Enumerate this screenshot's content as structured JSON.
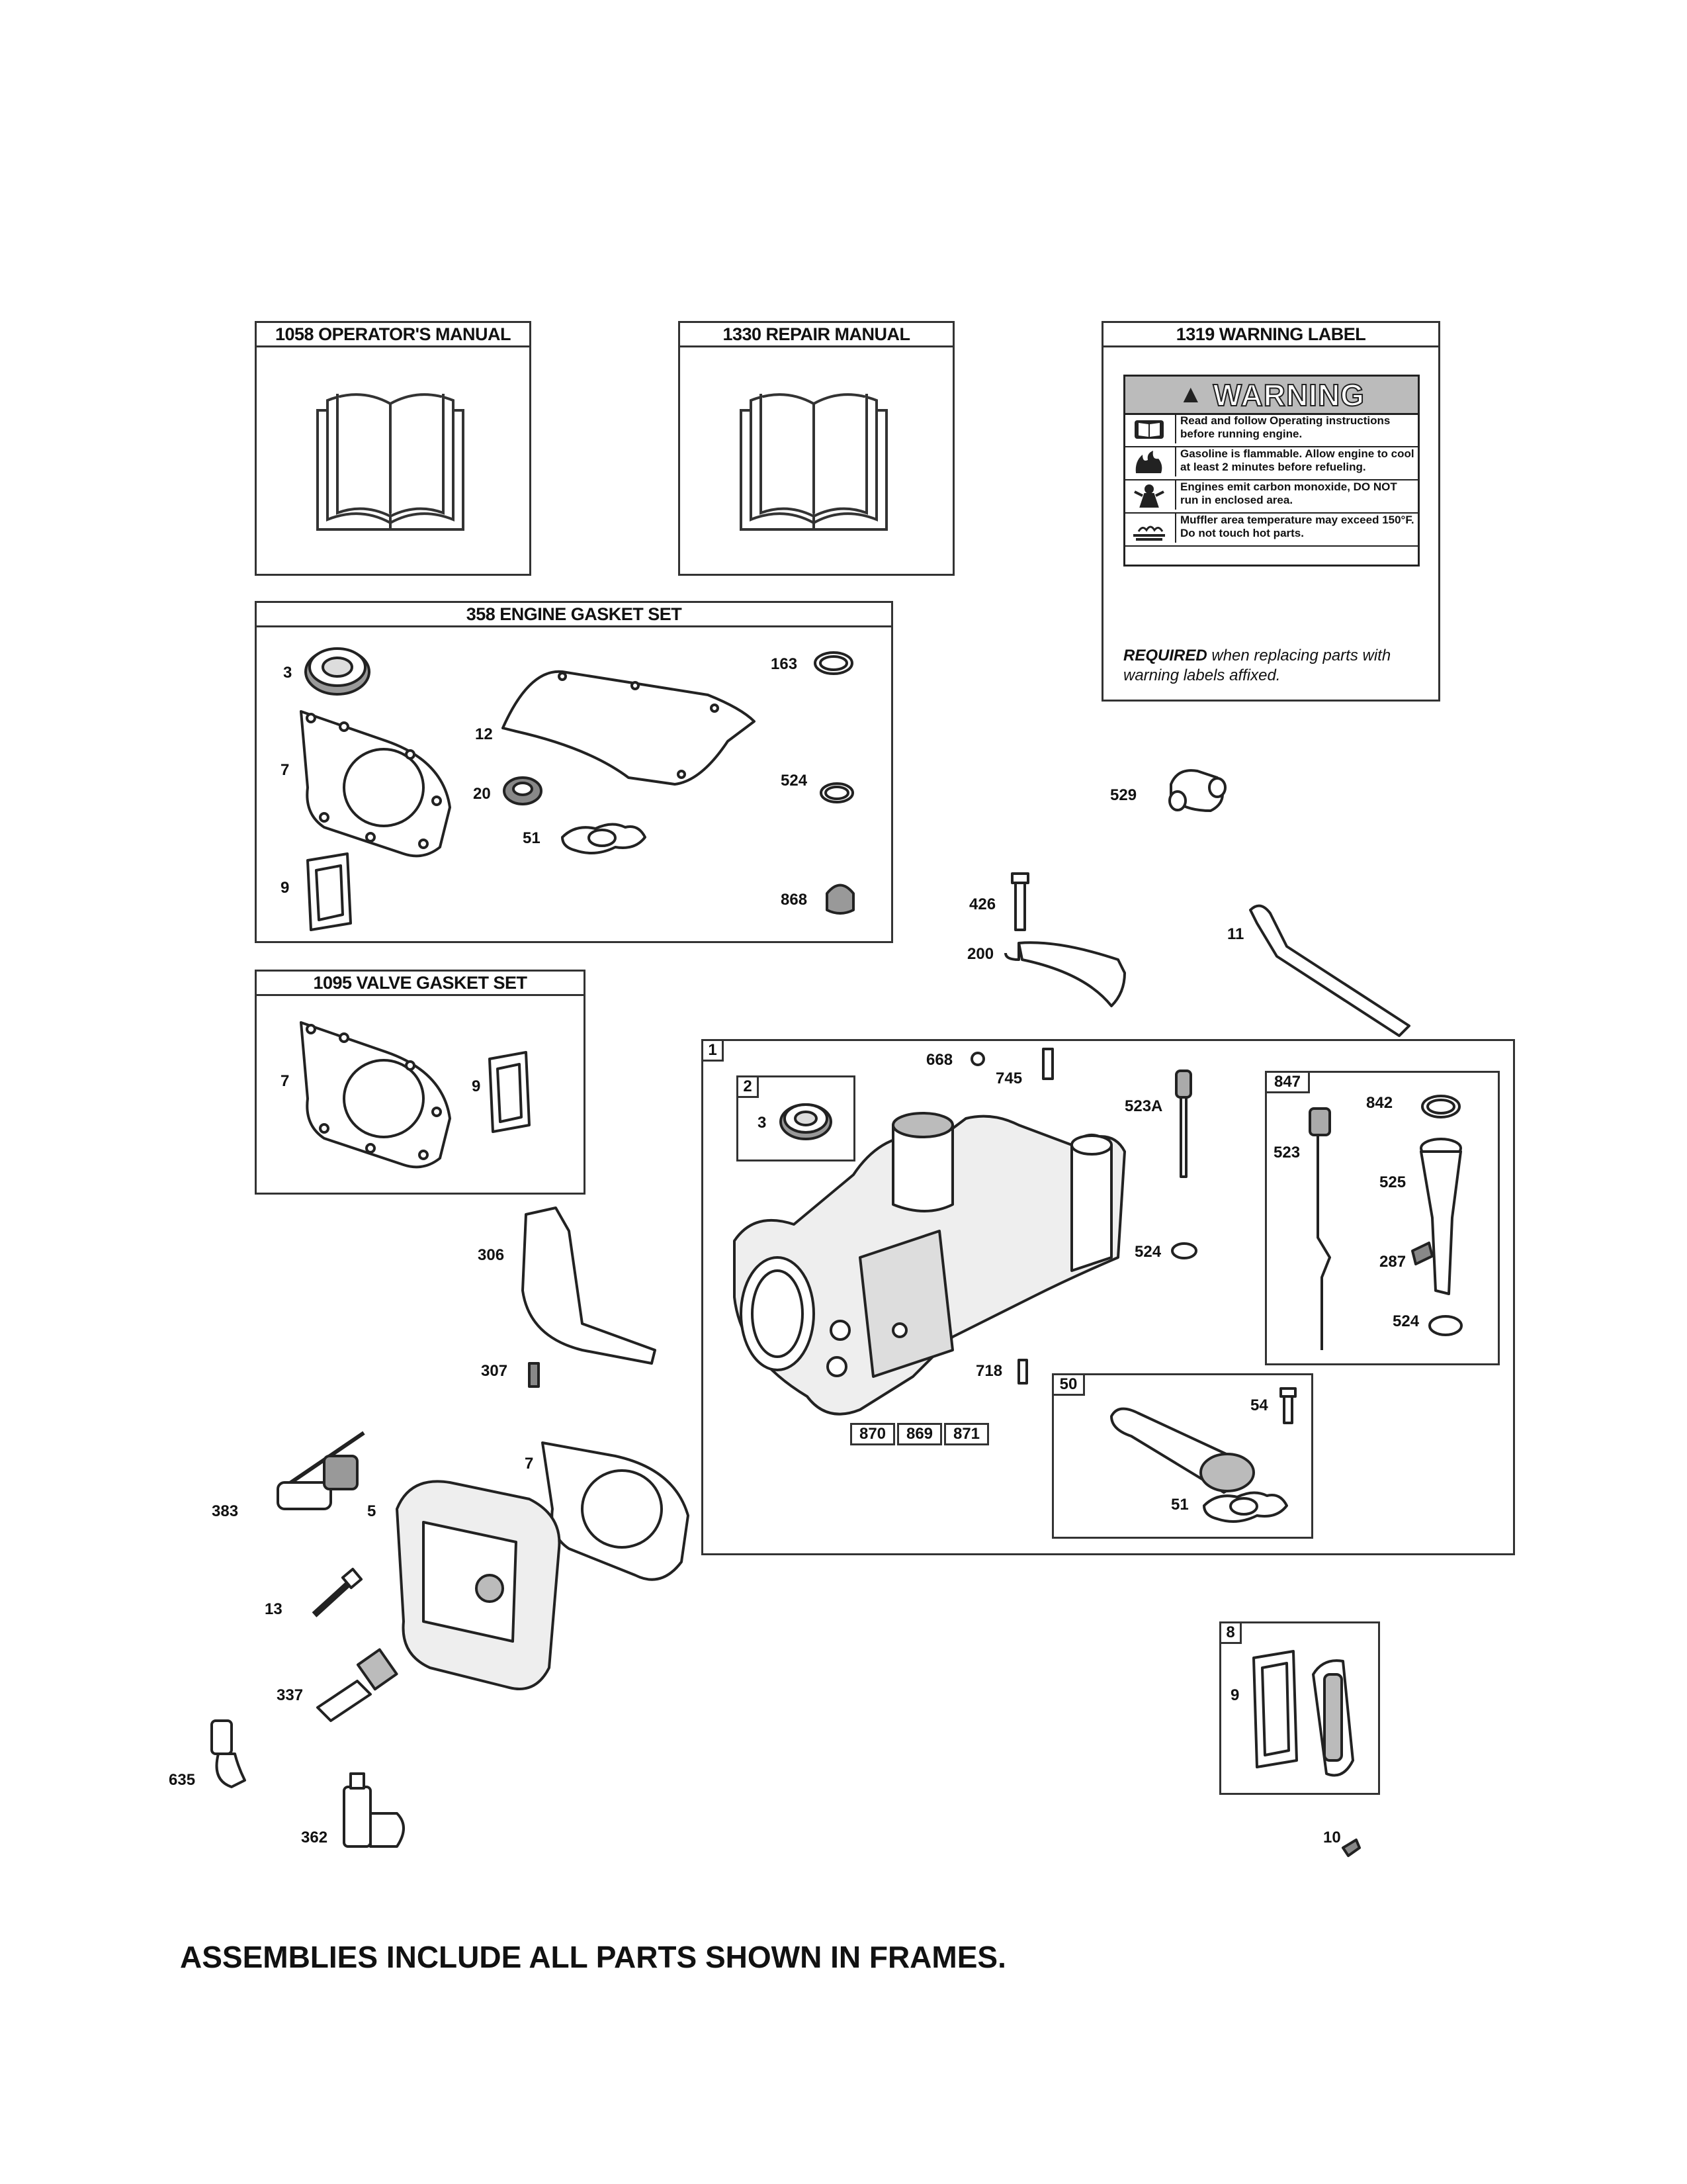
{
  "frames": {
    "operators_manual": "1058 OPERATOR'S MANUAL",
    "repair_manual": "1330 REPAIR MANUAL",
    "warning_label": "1319 WARNING LABEL",
    "engine_gasket_set": "358 ENGINE GASKET SET",
    "valve_gasket_set": "1095 VALVE GASKET SET"
  },
  "warning": {
    "heading": "WARNING",
    "rows": [
      "Read and follow Operating instructions before running engine.",
      "Gasoline is flammable. Allow engine to cool at least 2 minutes before refueling.",
      "Engines emit carbon monoxide, DO NOT run in enclosed area.",
      "Muffler area temperature may exceed 150°F. Do not touch hot parts."
    ],
    "required_bold": "REQUIRED",
    "required_rest": "when replacing parts with warning labels affixed."
  },
  "tags": {
    "t1": "1",
    "t2": "2",
    "t847": "847",
    "t50": "50",
    "t8": "8",
    "t870": "870",
    "t869": "869",
    "t871": "871"
  },
  "labels": {
    "gs_3": "3",
    "gs_7": "7",
    "gs_9": "9",
    "gs_12": "12",
    "gs_20": "20",
    "gs_51": "51",
    "gs_163": "163",
    "gs_524": "524",
    "gs_868": "868",
    "vg_7": "7",
    "vg_9": "9",
    "p529": "529",
    "p426": "426",
    "p200": "200",
    "p11": "11",
    "b_668": "668",
    "b_745": "745",
    "b_3": "3",
    "b_523A": "523A",
    "b_524": "524",
    "b_718": "718",
    "d_842": "842",
    "d_523": "523",
    "d_525": "525",
    "d_287": "287",
    "d_524": "524",
    "r_54": "54",
    "r_51": "51",
    "p306": "306",
    "p307": "307",
    "p7": "7",
    "p383": "383",
    "p5": "5",
    "p13": "13",
    "p337": "337",
    "p635": "635",
    "p362": "362",
    "b8_9": "9",
    "p10": "10"
  },
  "footer": "ASSEMBLIES INCLUDE ALL PARTS SHOWN IN FRAMES."
}
